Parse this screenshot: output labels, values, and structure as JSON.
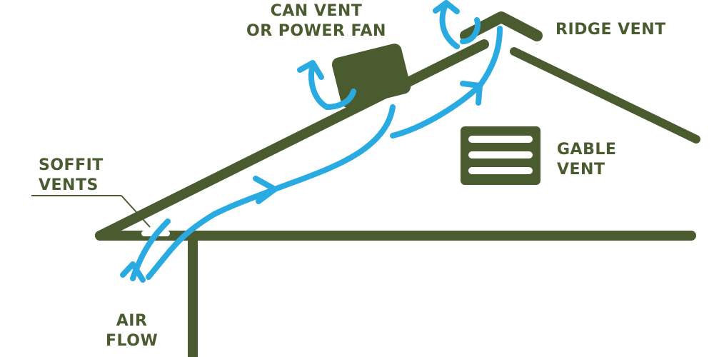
{
  "labels": {
    "can_vent": [
      "CAN VENT",
      "OR POWER FAN"
    ],
    "ridge_vent": "RIDGE VENT",
    "gable_vent": [
      "GABLE",
      "VENT"
    ],
    "soffit_vents": [
      "SOFFIT",
      "VENTS"
    ],
    "air_flow": [
      "AIR",
      "FLOW"
    ]
  },
  "colors": {
    "structure": "#4a5b2f",
    "air_flow": "#29abe2",
    "background": "#ffffff"
  }
}
